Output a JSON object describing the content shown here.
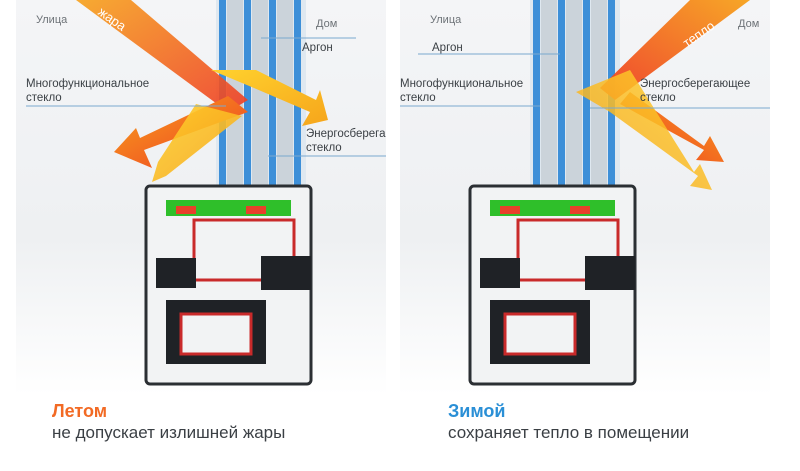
{
  "colors": {
    "summer_accent": "#f26a24",
    "winter_accent": "#2a8fd6",
    "argon_glass": "#4aa6e6",
    "seal_green": "#2fbf2a",
    "heat_red": "#e8402a"
  },
  "left_panel": {
    "outside": "Улица",
    "inside": "Дом",
    "arrow_text": "жара",
    "labels": {
      "argon": "Аргон",
      "multifunction_line1": "Многофункциональное",
      "multifunction_line2": "стекло",
      "energy_line1": "Энергосберегающее",
      "energy_line2": "стекло"
    },
    "caption_title": "Летом",
    "caption_sub": "не допускает излишней жары"
  },
  "right_panel": {
    "outside": "Улица",
    "inside": "Дом",
    "arrow_text": "тепло",
    "labels": {
      "argon": "Аргон",
      "multifunction_line1": "Многофункциональное",
      "multifunction_line2": "стекло",
      "energy_line1": "Энергосберегающее",
      "energy_line2": "стекло"
    },
    "caption_title": "Зимой",
    "caption_sub": "сохраняет тепло в помещении"
  }
}
